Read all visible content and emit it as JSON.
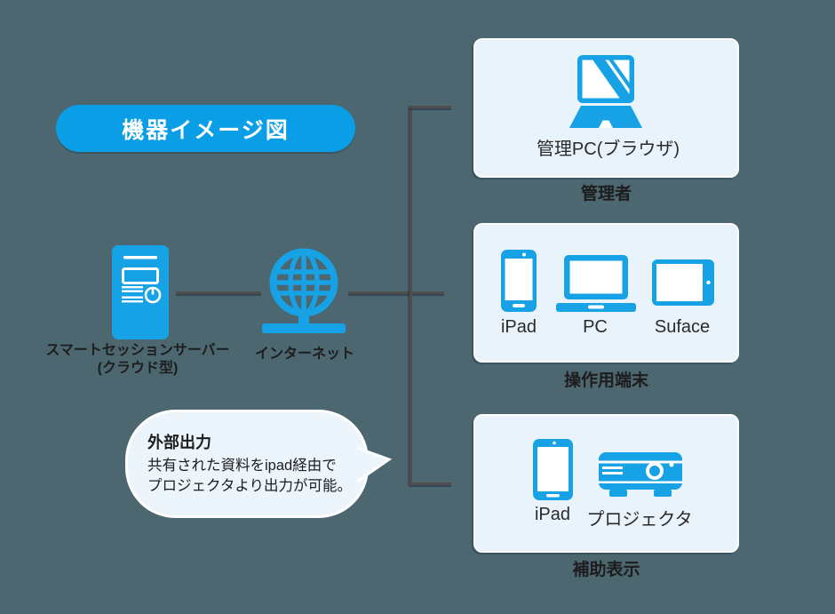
{
  "colors": {
    "background": "#4c6770",
    "accent_blue": "#0a9ee6",
    "device_blue": "#16a2e4",
    "panel_fill": "#e9f3fb",
    "panel_border": "#ffffff",
    "connector": "#4f4e4c",
    "text_dark": "#1d1d1d",
    "text_on_accent": "#ffffff"
  },
  "title_badge": {
    "label": "機器イメージ図"
  },
  "sources": {
    "server": {
      "icon": "server-tower-icon",
      "label_line1": "スマートセッションサーバー",
      "label_line2": "(クラウド型)"
    },
    "internet": {
      "icon": "globe-network-icon",
      "label": "インターネット"
    }
  },
  "groups": [
    {
      "caption": "管理者",
      "devices": [
        {
          "icon": "laptop-perspective-icon",
          "label": "管理PC(ブラウザ)"
        }
      ]
    },
    {
      "caption": "操作用端末",
      "devices": [
        {
          "icon": "smartphone-icon",
          "label": "iPad"
        },
        {
          "icon": "laptop-front-icon",
          "label": "PC"
        },
        {
          "icon": "tablet-landscape-icon",
          "label": "Suface"
        }
      ]
    },
    {
      "caption": "補助表示",
      "devices": [
        {
          "icon": "tablet-portrait-icon",
          "label": "iPad"
        },
        {
          "icon": "projector-icon",
          "label": "プロジェクタ"
        }
      ]
    }
  ],
  "callout": {
    "title": "外部出力",
    "body_line1": "共有された資料をipad経由で",
    "body_line2": "プロジェクタより出力が可能。"
  }
}
